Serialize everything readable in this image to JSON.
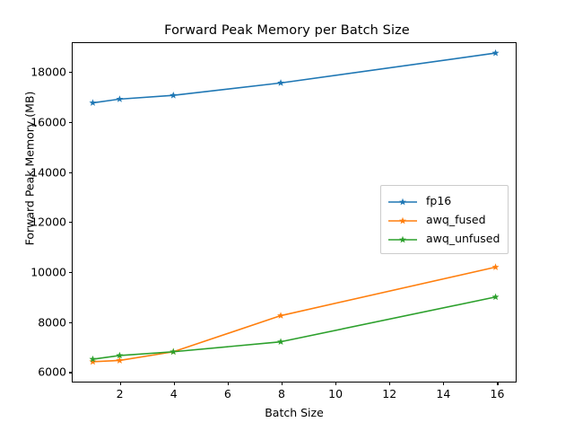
{
  "chart_data": {
    "type": "line",
    "title": "Forward Peak Memory per Batch Size",
    "xlabel": "Batch Size",
    "ylabel": "Forward Peak Memory (MB)",
    "x": [
      1,
      2,
      4,
      8,
      16
    ],
    "xlim": [
      0.25,
      16.75
    ],
    "ylim": [
      5550,
      19150
    ],
    "xticks": [
      2,
      4,
      6,
      8,
      10,
      12,
      14,
      16
    ],
    "xtick_labels": [
      "2",
      "4",
      "6",
      "8",
      "10",
      "12",
      "14",
      "16"
    ],
    "yticks": [
      6000,
      8000,
      10000,
      12000,
      14000,
      16000,
      18000
    ],
    "ytick_labels": [
      "6000",
      "8000",
      "10000",
      "12000",
      "14000",
      "16000",
      "18000"
    ],
    "grid": false,
    "legend_position": "center right",
    "marker": "star",
    "series": [
      {
        "name": "fp16",
        "color": "#1f77b4",
        "values": [
          16750,
          16900,
          17050,
          17550,
          18750
        ]
      },
      {
        "name": "awq_fused",
        "color": "#ff7f0e",
        "values": [
          6350,
          6400,
          6750,
          8200,
          10150
        ]
      },
      {
        "name": "awq_unfused",
        "color": "#2ca02c",
        "values": [
          6450,
          6600,
          6750,
          7150,
          8950
        ]
      }
    ]
  }
}
